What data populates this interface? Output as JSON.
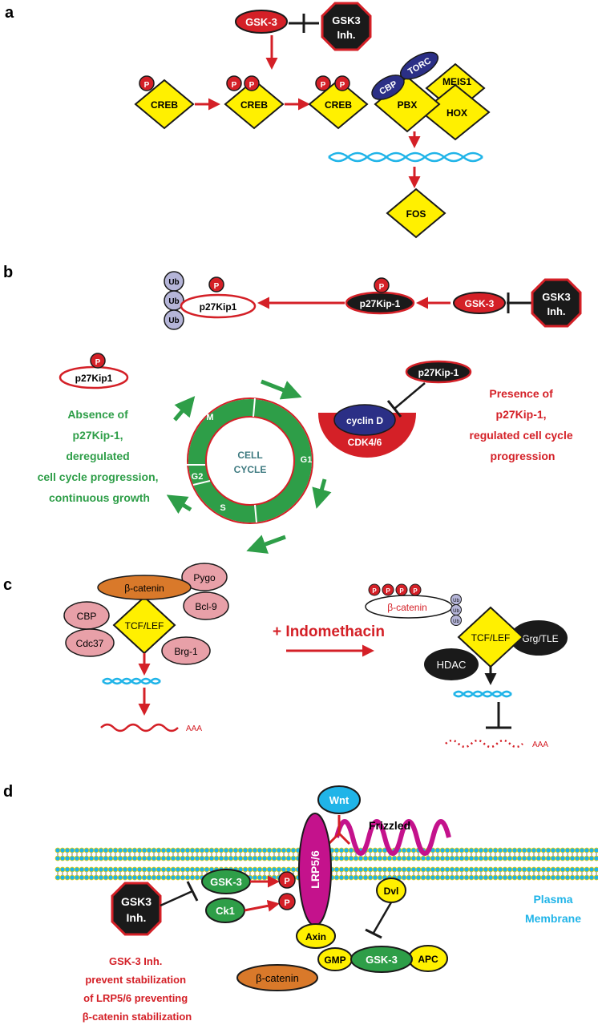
{
  "colors": {
    "red": "#d42027",
    "yellow": "#fff000",
    "green": "#2e9e48",
    "navy": "#2b2f86",
    "cyan": "#20b4e8",
    "pink": "#e8a0a8",
    "orange": "#d9792a",
    "lavender": "#b5b5d8",
    "magenta": "#c4128c",
    "black": "#1a1a1a"
  },
  "panel_a": {
    "label": "a",
    "gsk3": "GSK-3",
    "inh_line1": "GSK3",
    "inh_line2": "Inh.",
    "p": "P",
    "creb": "CREB",
    "cbp": "CBP",
    "torc": "TORC",
    "meis1": "MEIS1",
    "pbx": "PBX",
    "hox": "HOX",
    "fos": "FOS"
  },
  "panel_b": {
    "label": "b",
    "ub": "Ub",
    "p": "P",
    "p27kip1": "p27Kip1",
    "p27kip_1": "p27Kip-1",
    "gsk3": "GSK-3",
    "inh_line1": "GSK3",
    "inh_line2": "Inh.",
    "absence_text": [
      "Absence  of",
      "p27Kip-1,",
      "deregulated",
      "cell cycle progression,",
      "continuous growth"
    ],
    "cell_cycle": [
      "CELL",
      "CYCLE"
    ],
    "phases": {
      "m": "M",
      "g1": "G1",
      "g2": "G2",
      "s": "S"
    },
    "cyclin_d": "cyclin D",
    "cdk": "CDK4/6",
    "presence_text": [
      "Presence of",
      "p27Kip-1,",
      "regulated cell cycle",
      "progression"
    ]
  },
  "panel_c": {
    "label": "c",
    "beta_catenin": "β-catenin",
    "pygo": "Pygo",
    "bcl9": "Bcl-9",
    "cbp": "CBP",
    "tcf_lef": "TCF/LEF",
    "cdc37": "Cdc37",
    "brg1": "Brg-1",
    "aaa": "AAA",
    "indomethacin": "+ Indomethacin",
    "p": "P",
    "ub": "Ub",
    "grg_tle": "Grg/TLE",
    "hdac": "HDAC"
  },
  "panel_d": {
    "label": "d",
    "wnt": "Wnt",
    "lrp": "LRP5/6",
    "frizzled": "Frizzled",
    "plasma_line1": "Plasma",
    "plasma_line2": "Membrane",
    "inh_line1": "GSK3",
    "inh_line2": "Inh.",
    "gsk3": "GSK-3",
    "ck1": "Ck1",
    "p": "P",
    "dvl": "Dvl",
    "axin": "Axin",
    "gmp": "GMP",
    "apc": "APC",
    "beta_catenin": "β-catenin",
    "note": [
      "GSK-3 Inh.",
      "prevent stabilization",
      "of LRP5/6 preventing",
      "β-catenin stabilization"
    ]
  }
}
